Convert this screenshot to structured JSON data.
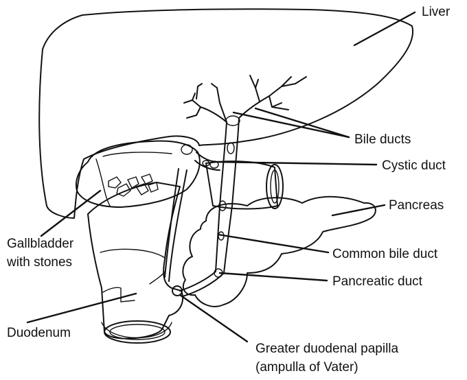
{
  "colors": {
    "liver": "#b3b3b3",
    "organ_outline": "#111111",
    "background": "#ffffff",
    "pancreas_texture": "#8c8c8c"
  },
  "labels": {
    "liver": "Liver",
    "bile_ducts": "Bile ducts",
    "cystic_duct": "Cystic duct",
    "pancreas": "Pancreas",
    "gallbladder_line1": "Gallbladder",
    "gallbladder_line2": "with stones",
    "common_bile_duct": "Common bile duct",
    "pancreatic_duct": "Pancreatic duct",
    "duodenum": "Duodenum",
    "papilla_line1": "Greater duodenal papilla",
    "papilla_line2": "(ampulla of Vater)"
  }
}
